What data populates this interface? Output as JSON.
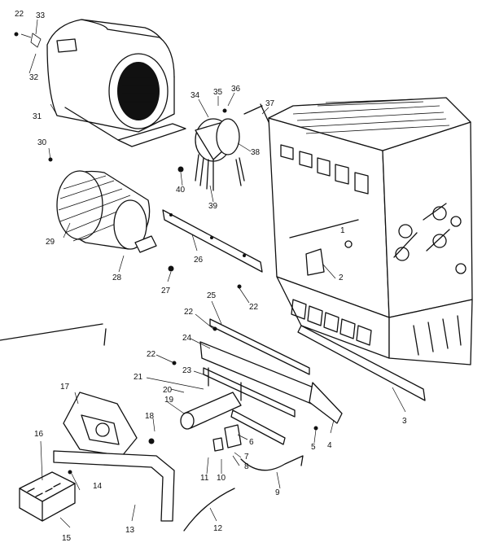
{
  "callouts": [
    {
      "id": "p22a",
      "text": "22"
    },
    {
      "id": "p33",
      "text": "33"
    },
    {
      "id": "p32",
      "text": "32"
    },
    {
      "id": "p31",
      "text": "31"
    },
    {
      "id": "p30",
      "text": "30"
    },
    {
      "id": "p29",
      "text": "29"
    },
    {
      "id": "p28",
      "text": "28"
    },
    {
      "id": "p27",
      "text": "27"
    },
    {
      "id": "p26",
      "text": "26"
    },
    {
      "id": "p34",
      "text": "34"
    },
    {
      "id": "p35",
      "text": "35"
    },
    {
      "id": "p36",
      "text": "36"
    },
    {
      "id": "p37",
      "text": "37"
    },
    {
      "id": "p38",
      "text": "38"
    },
    {
      "id": "p40",
      "text": "40"
    },
    {
      "id": "p39",
      "text": "39"
    },
    {
      "id": "p1",
      "text": "1"
    },
    {
      "id": "p2",
      "text": "2"
    },
    {
      "id": "p22b",
      "text": "22"
    },
    {
      "id": "p25",
      "text": "25"
    },
    {
      "id": "p22c",
      "text": "22"
    },
    {
      "id": "p24",
      "text": "24"
    },
    {
      "id": "p22d",
      "text": "22"
    },
    {
      "id": "p23",
      "text": "23"
    },
    {
      "id": "p21",
      "text": "21"
    },
    {
      "id": "p20",
      "text": "20"
    },
    {
      "id": "p19",
      "text": "19"
    },
    {
      "id": "p17",
      "text": "17"
    },
    {
      "id": "p18",
      "text": "18"
    },
    {
      "id": "p16",
      "text": "16"
    },
    {
      "id": "p3",
      "text": "3"
    },
    {
      "id": "p5",
      "text": "5"
    },
    {
      "id": "p4",
      "text": "4"
    },
    {
      "id": "p6",
      "text": "6"
    },
    {
      "id": "p7",
      "text": "7"
    },
    {
      "id": "p8",
      "text": "8"
    },
    {
      "id": "p11",
      "text": "11"
    },
    {
      "id": "p10",
      "text": "10"
    },
    {
      "id": "p9",
      "text": "9"
    },
    {
      "id": "p14",
      "text": "14"
    },
    {
      "id": "p15",
      "text": "15"
    },
    {
      "id": "p13",
      "text": "13"
    },
    {
      "id": "p12",
      "text": "12"
    }
  ]
}
